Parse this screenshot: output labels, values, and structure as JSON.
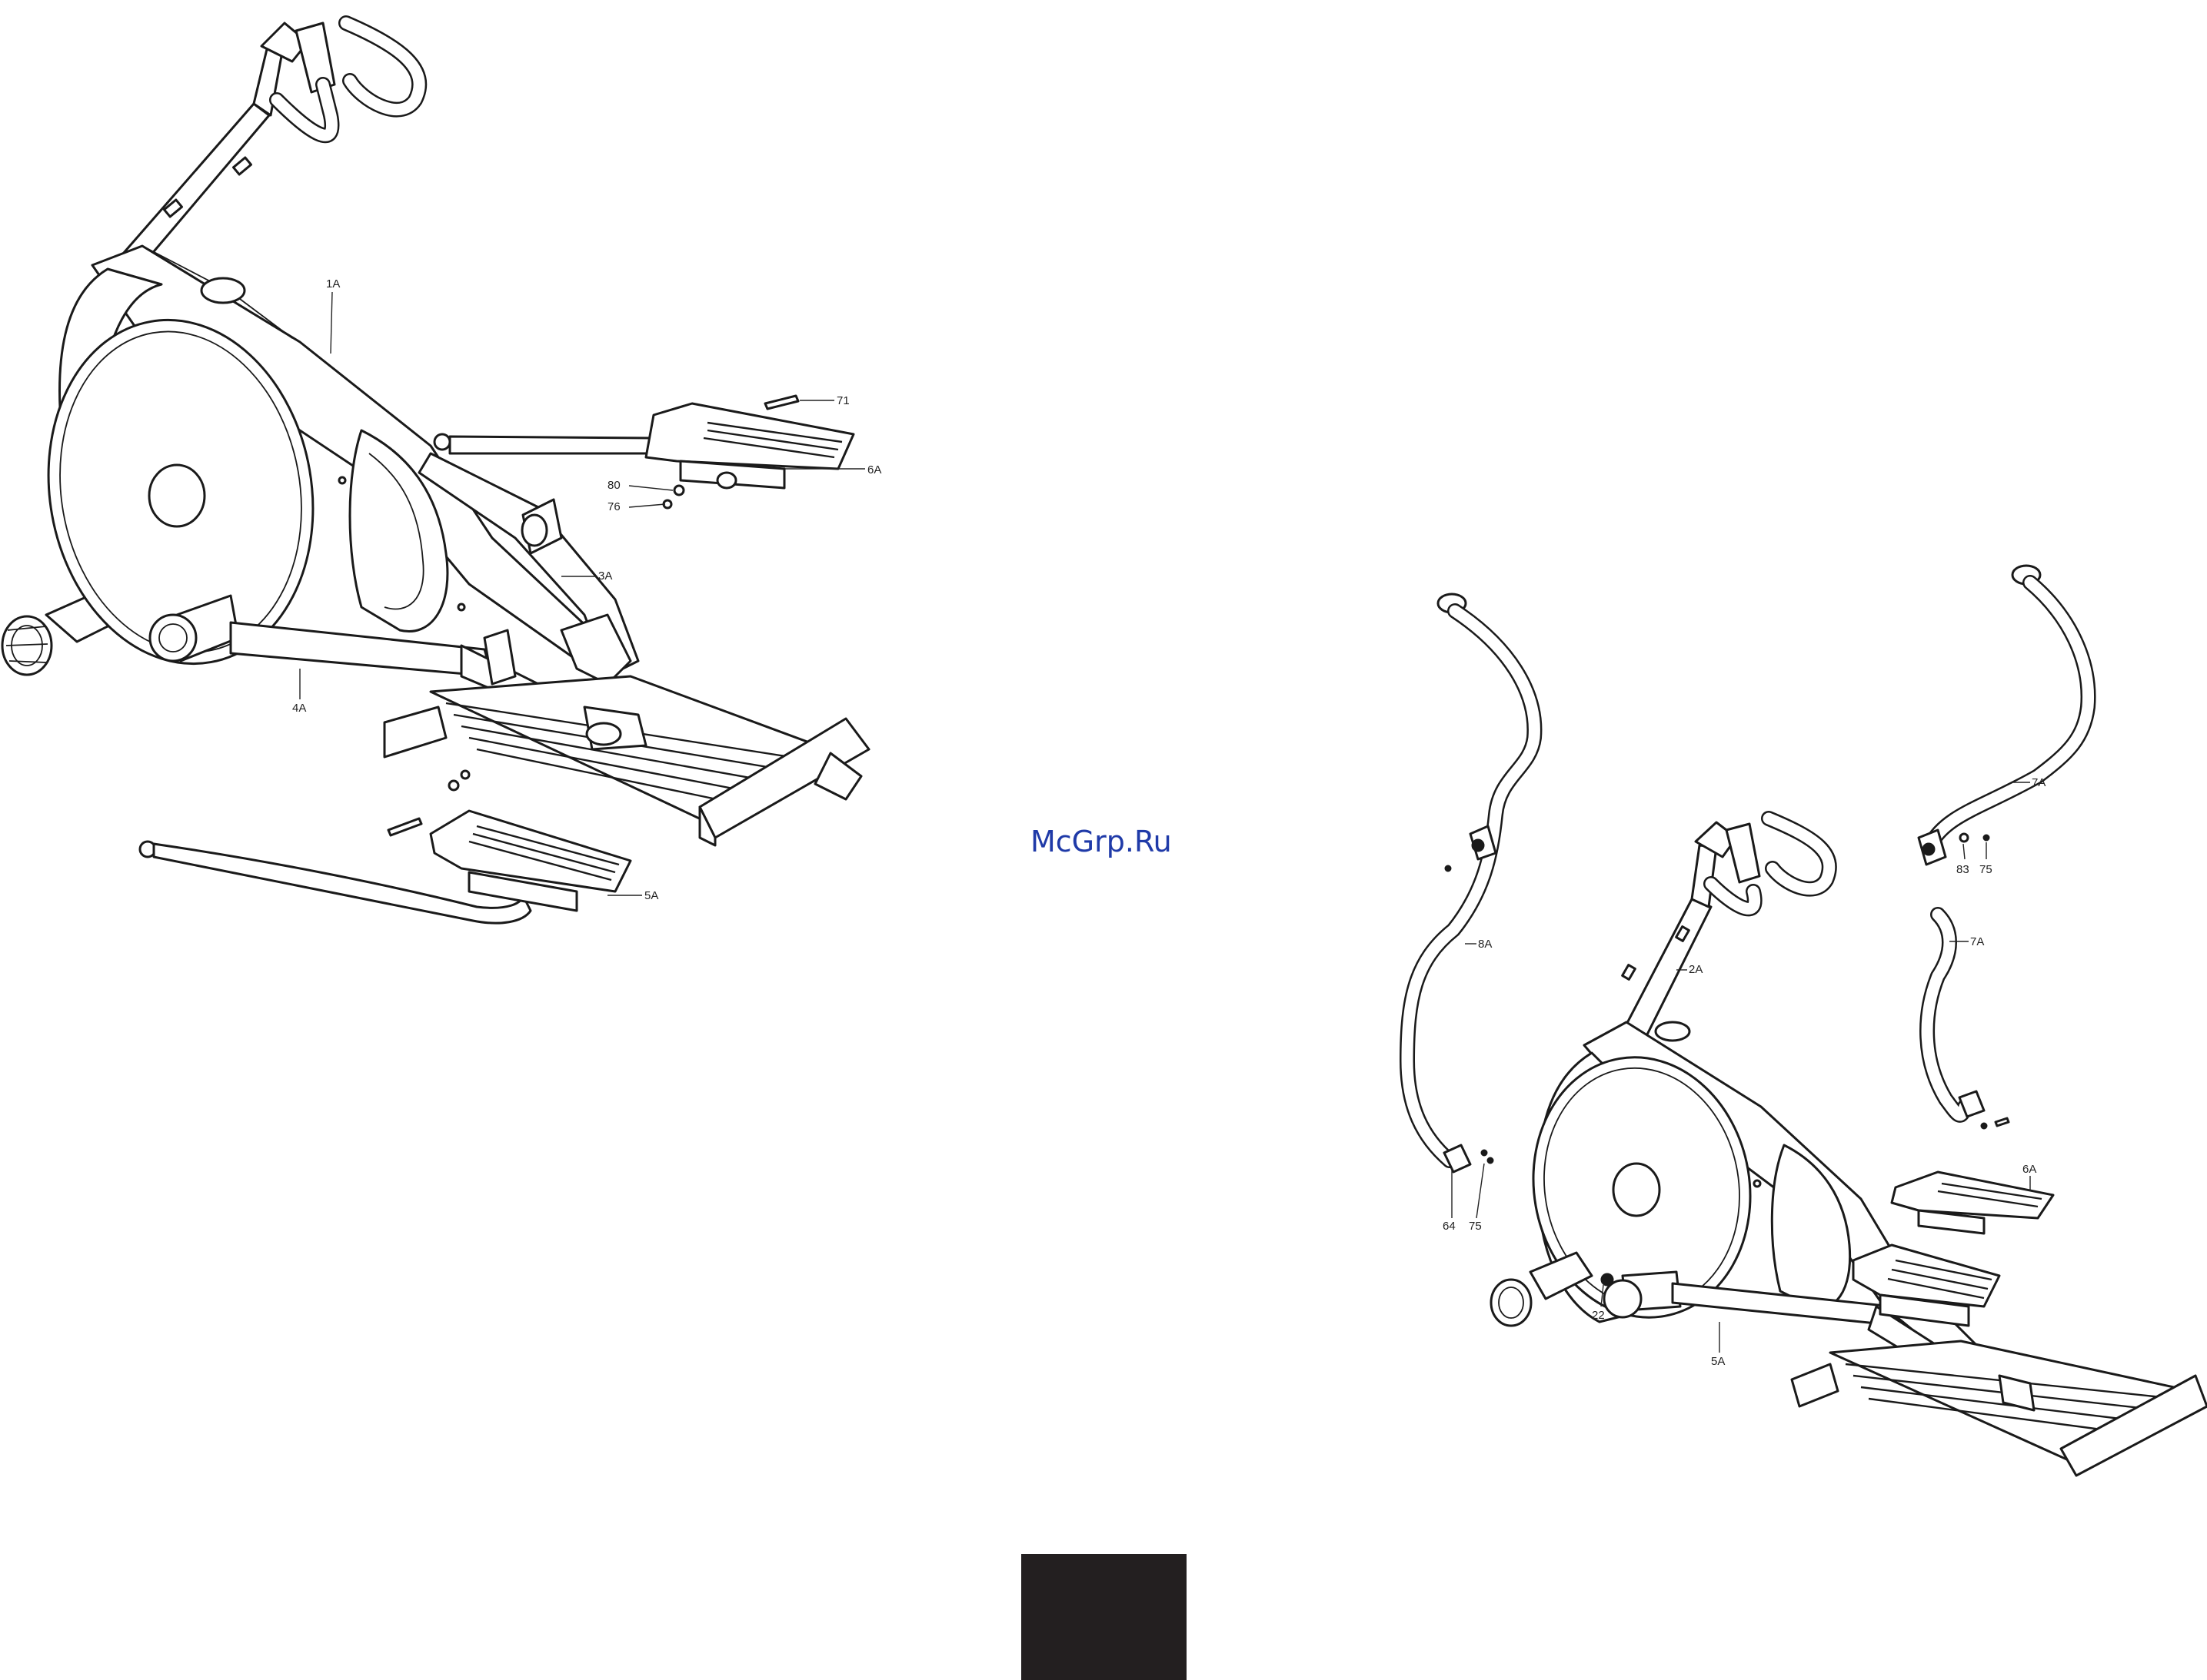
{
  "watermark": "McGrp.Ru",
  "left_labels": {
    "l1a": "1A",
    "l71": "71",
    "l6a": "6A",
    "l80": "80",
    "l76": "76",
    "l3a": "3A",
    "l4a": "4A",
    "l5a": "5A"
  },
  "right_labels": {
    "l8a": "8A",
    "l2a": "2A",
    "l7a_top": "7A",
    "l7a_mid": "7A",
    "l83": "83",
    "l75_top": "75",
    "l6a": "6A",
    "l64": "64",
    "l75_bottom": "75",
    "l22": "22",
    "l5a": "5A"
  },
  "colors": {
    "line": "#1a1a1a",
    "watermark": "#1f3aa8",
    "page_block": "#231f20"
  }
}
